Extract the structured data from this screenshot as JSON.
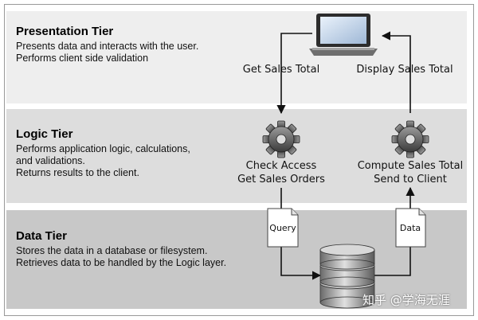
{
  "presentation_tier": {
    "title": "Presentation Tier",
    "description": "Presents data and interacts with the user.\nPerforms client side validation"
  },
  "logic_tier": {
    "title": "Logic Tier",
    "description": "Performs application logic, calculations,\nand validations.\nReturns results to the client."
  },
  "data_tier": {
    "title": "Data Tier",
    "description": "Stores the data in a database or filesystem.\nRetrieves data to be handled by the Logic layer."
  },
  "flow": {
    "get_sales_total": "Get Sales Total",
    "display_sales_total": "Display Sales Total",
    "check_access": "Check Access",
    "get_sales_orders": "Get Sales Orders",
    "compute_sales_total": "Compute Sales Total",
    "send_to_client": "Send to Client",
    "query_doc": "Query",
    "data_doc": "Data"
  },
  "icons": {
    "client": "laptop-icon",
    "logic_left": "gear-icon",
    "logic_right": "gear-icon",
    "storage": "database-icon",
    "query": "document-icon",
    "data": "document-icon"
  },
  "watermark": "知乎 @学海无涯"
}
